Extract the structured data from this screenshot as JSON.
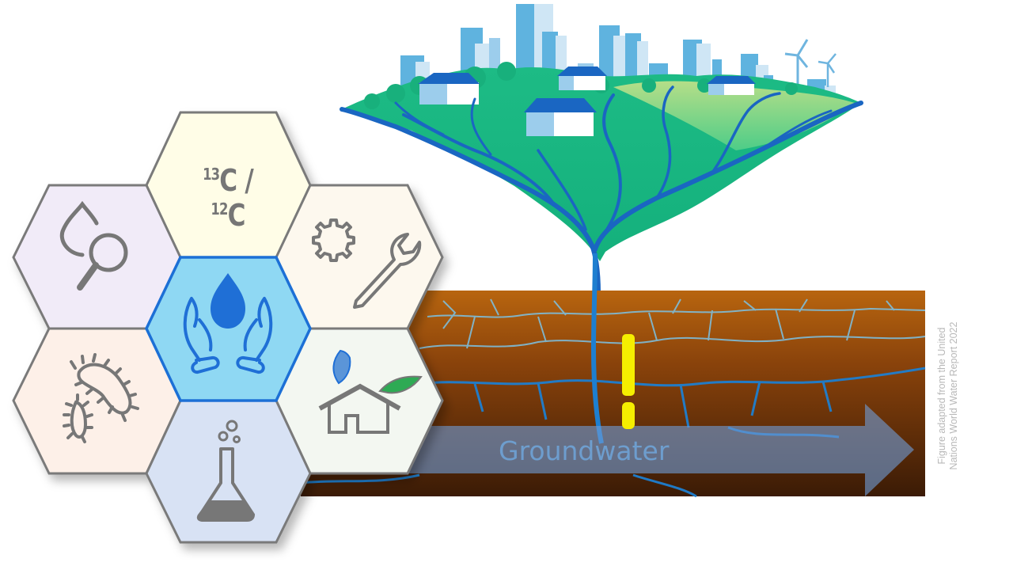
{
  "figure": {
    "title": "Groundwater research themes diagram",
    "credit_lines": [
      "Figure adapted from the United",
      "Nations World Water Report 2022"
    ],
    "groundwater_label": "Groundwater",
    "alert_symbol": "!",
    "colors": {
      "soil_top": "#b5620f",
      "soil_bottom": "#3a1a06",
      "water_vein": "#1e7fd0",
      "tree_green": "#19b884",
      "river_blue": "#1a66c2",
      "building_blue": "#5fb3df",
      "alert_yellow": "#f5ee00",
      "arrow_blue": "#6f9bd3",
      "hex_border": "#7a7a7a",
      "center_hex_fill": "#8fd8f3",
      "center_hex_border": "#1f6fd6"
    }
  },
  "hexagons": [
    {
      "id": "isotope",
      "label_parts": {
        "sup1": "13",
        "base1": "C",
        "sep": " / ",
        "sup2": "12",
        "base2": "C"
      },
      "icon": "isotope-ratio-text",
      "fill": "#fffde7"
    },
    {
      "id": "water-analysis",
      "icon": "water-drop-magnifier-icon",
      "fill": "#f1ebf8"
    },
    {
      "id": "engineering",
      "icon": "gear-wrench-icon",
      "fill": "#fdf8ee"
    },
    {
      "id": "water-protection",
      "icon": "hands-water-drop-icon",
      "fill": "#8fd8f3"
    },
    {
      "id": "microbiology",
      "icon": "bacteria-icon",
      "fill": "#fdf0e8"
    },
    {
      "id": "sustainable-housing",
      "icon": "house-leaves-icon",
      "fill": "#f3f7f1"
    },
    {
      "id": "chemistry",
      "icon": "lab-flask-icon",
      "fill": "#d8e2f4"
    }
  ]
}
